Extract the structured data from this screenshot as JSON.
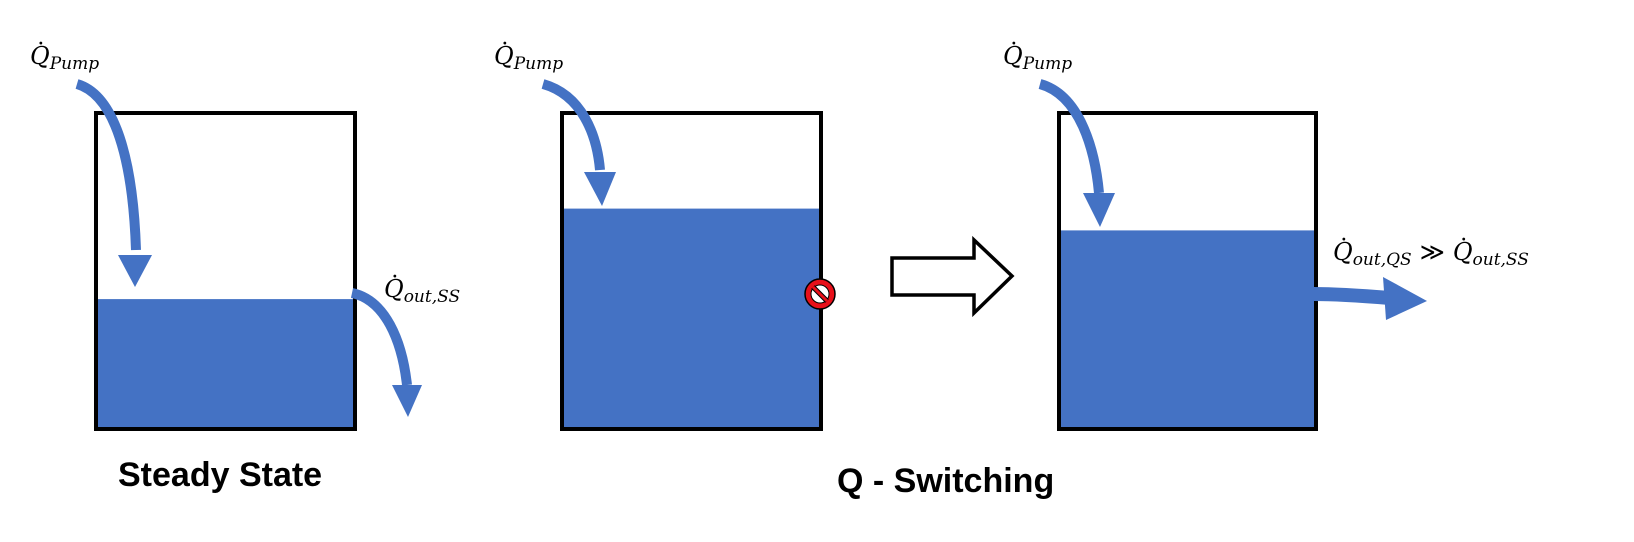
{
  "colors": {
    "water": "#4472C4",
    "arrow": "#4472C4",
    "outline": "#000000",
    "stop_sign": "#E8101A"
  },
  "labels": {
    "pump": {
      "symbol": "Q",
      "sub": "Pump"
    },
    "out_ss": {
      "symbol": "Q",
      "sub": "out,SS"
    },
    "out_qs": {
      "symbol": "Q",
      "sub": "out,QS"
    },
    "much_greater": "≫"
  },
  "captions": {
    "steady_state": "Steady State",
    "q_switching": "Q - Switching"
  },
  "tanks": [
    {
      "name": "steady-state",
      "fill_level": 0.41
    },
    {
      "name": "switch-closed",
      "fill_level": 0.7
    },
    {
      "name": "switch-released",
      "fill_level": 0.63
    }
  ],
  "icons": {
    "valve": "no-entry-icon",
    "transition": "hollow-right-arrow-icon"
  }
}
